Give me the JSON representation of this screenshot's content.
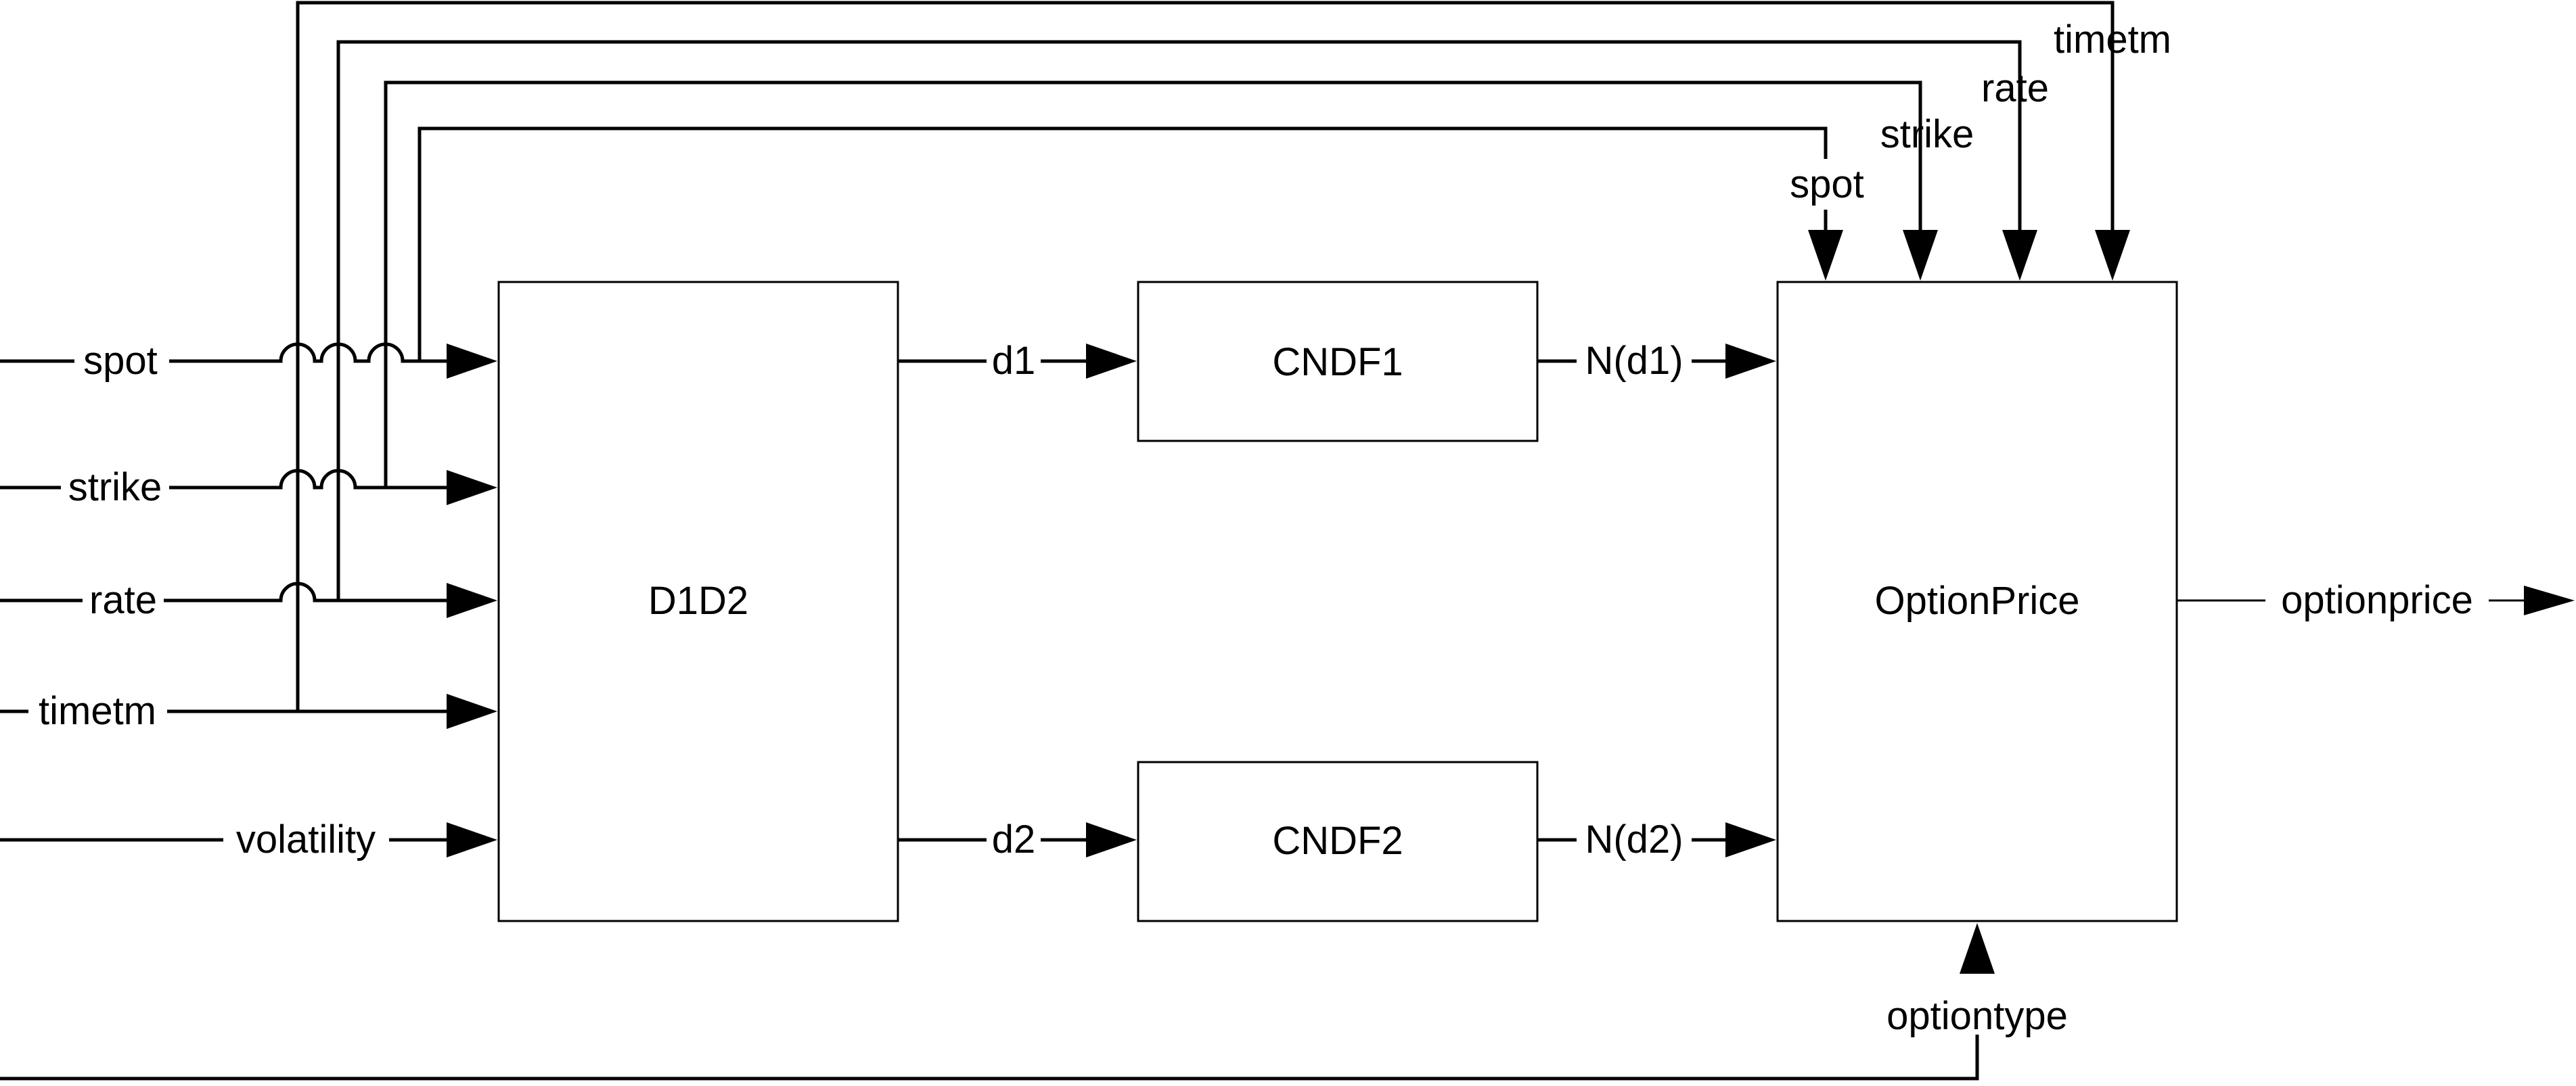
{
  "blocks": {
    "d1d2": "D1D2",
    "cndf1": "CNDF1",
    "cndf2": "CNDF2",
    "optionprice": "OptionPrice"
  },
  "inputs": {
    "spot": "spot",
    "strike": "strike",
    "rate": "rate",
    "timetm": "timetm",
    "volatility": "volatility"
  },
  "signals": {
    "d1": "d1",
    "d2": "d2",
    "nd1": "N(d1)",
    "nd2": "N(d2)",
    "optionprice": "optionprice",
    "optiontype": "optiontype"
  },
  "top_inputs": {
    "spot": "spot",
    "strike": "strike",
    "rate": "rate",
    "timetm": "timetm"
  }
}
